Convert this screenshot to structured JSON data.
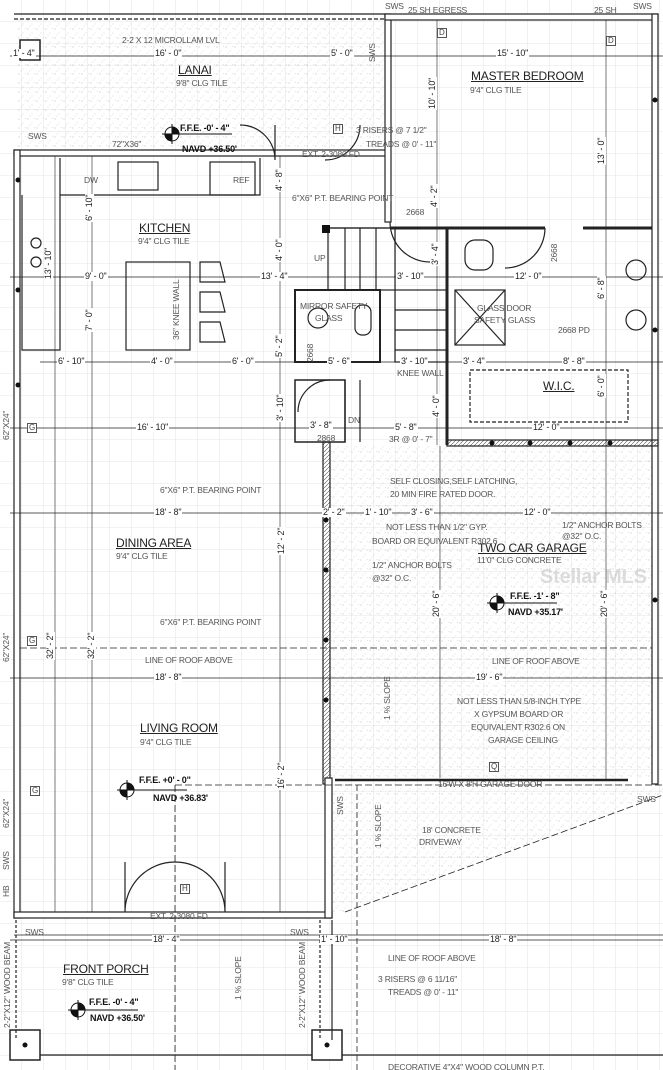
{
  "top": {
    "sws_1": "SWS",
    "egress": "25 SH EGRESS",
    "sh": "25 SH",
    "sws_2": "SWS",
    "sws_3": "SWS",
    "d1": "D",
    "d2": "D"
  },
  "rooms": {
    "lanai": {
      "name": "LANAI",
      "ceiling": "9'8\" CLG  TILE",
      "ffe": "F.F.E. -0' - 4\"",
      "navd": "NAVD +36.50'"
    },
    "master_bedroom": {
      "name": "MASTER BEDROOM",
      "ceiling": "9'4\" CLG  TILE"
    },
    "kitchen": {
      "name": "KITCHEN",
      "ceiling": "9'4\" CLG  TILE"
    },
    "wic": {
      "name": "W.I.C."
    },
    "dining": {
      "name": "DINING AREA",
      "ceiling": "9'4\" CLG  TILE"
    },
    "garage": {
      "name": "TWO CAR GARAGE",
      "ceiling": "11'0\" CLG  CONCRETE",
      "ffe": "F.F.E. -1' - 8\"",
      "navd": "NAVD +35.17'"
    },
    "living": {
      "name": "LIVING ROOM",
      "ceiling": "9'4\" CLG  TILE",
      "ffe": "F.F.E. +0' - 0\"",
      "navd": "NAVD +36.83'"
    },
    "porch": {
      "name": "FRONT PORCH",
      "ceiling": "9'8\" CLG  TILE",
      "ffe": "F.F.E. -0' - 4\"",
      "navd": "NAVD +36.50'"
    }
  },
  "notes": {
    "lvl": "2-2 X 12 MICROLLAM LVL",
    "risers_top_1": "3 RISERS @ 7 1/2\"",
    "risers_top_2": "TREADS @ 0' - 11\"",
    "sws_lanai": "SWS",
    "window_72": "72\"X36\"",
    "ext_door_top": "EXT. 2-3080 FD",
    "dw": "DW",
    "ref": "REF",
    "bearing_1": "6\"X6\" P.T. BEARING POINT",
    "door_2668_a": "2668",
    "up": "UP",
    "knee_wall_36": "36\" KNEE WALL",
    "mirror_1": "MIRROR SAFETY",
    "mirror_2": "GLASS",
    "glass_door_1": "GLASS DOOR",
    "glass_door_2": "SAFETY GLASS",
    "pd_2668": "2668 PD",
    "door_2668_b": "2668",
    "door_2668_c": "2668",
    "knee_wall": "KNEE WALL",
    "dn": "DN",
    "door_2868": "2868",
    "three_r": "3R @ 0' - 7\"",
    "window_62_a": "62\"X24\"",
    "g_a": "G",
    "bearing_2": "6\"X6\" P.T. BEARING POINT",
    "self_closing_1": "SELF CLOSING,SELF LATCHING,",
    "self_closing_2": "20 MIN FIRE RATED DOOR.",
    "gyp_1": "NOT LESS THAN 1/2\" GYP.",
    "gyp_2": "BOARD OR EQUIVALENT R302.6",
    "anchor_a1": "1/2\" ANCHOR BOLTS",
    "anchor_a2": "@32\" O.C.",
    "anchor_b1": "1/2\" ANCHOR BOLTS",
    "anchor_b2": "@32\" O.C.",
    "bearing_3": "6\"X6\" P.T. BEARING POINT",
    "window_62_b": "62\"X24\"",
    "g_b": "G",
    "roof_a": "LINE OF ROOF ABOVE",
    "roof_b": "LINE OF ROOF ABOVE",
    "slope_garage": "1 % SLOPE",
    "type_x_1": "NOT LESS THAN 5/8-INCH TYPE",
    "type_x_2": "X GYPSUM BOARD OR",
    "type_x_3": "EQUIVALENT R302.6 ON",
    "type_x_4": "GARAGE CEILING",
    "q": "Q",
    "garage_door": "16'W X 8'H GARAGE DOOR",
    "window_62_c": "62\"X24\"",
    "g_c": "G",
    "sws_a": "SWS",
    "sws_b": "SWS",
    "sws_c": "SWS",
    "hb": "HB",
    "slope_drive": "1 % SLOPE",
    "driveway_1": "18' CONCRETE",
    "driveway_2": "DRIVEWAY",
    "h_a": "H",
    "h_b": "H",
    "ext_door_bottom": "EXT. 2-3080 FD",
    "sws_d": "SWS",
    "sws_e": "SWS",
    "roof_c": "LINE OF ROOF ABOVE",
    "risers_bot_1": "3 RISERS @ 6 11/16\"",
    "risers_bot_2": "TREADS @ 0' - 11\"",
    "slope_porch": "1 % SLOPE",
    "beam_a": "2-2\"X12\" WOOD BEAM",
    "beam_b": "2-2\"X12\" WOOD BEAM",
    "column": "DECORATIVE 4\"X4\" WOOD COLUMN P.T.",
    "sws_top_v": "SWS",
    "watermark": "Stellar MLS"
  },
  "dims": {
    "top_1": "1' - 4\"",
    "top_2": "16' - 0\"",
    "top_3": "5' - 0\"",
    "top_4": "15' - 10\"",
    "mb_v1": "10' - 10\"",
    "mb_v2": "13' - 0\"",
    "k_v1": "4' - 8\"",
    "mb_v3": "4' - 2\"",
    "k_v2": "6' - 10\"",
    "k_v3": "13' - 10\"",
    "k_v4": "4' - 0\"",
    "b_v1": "3' - 4\"",
    "mb_v4": "6' - 8\"",
    "r1_1": "9' - 0\"",
    "r1_2": "13' - 4\"",
    "r1_3": "3' - 10\"",
    "r1_4": "12' - 0\"",
    "k_v5": "7' - 0\"",
    "k_v6": "5' - 2\"",
    "r2_1": "6' - 10\"",
    "r2_2": "4' - 0\"",
    "r2_3": "6' - 0\"",
    "r2_4": "5' - 6\"",
    "r2_5": "3' - 10\"",
    "r2_6": "3' - 4\"",
    "r2_7": "8' - 8\"",
    "w_v1": "6' - 0\"",
    "r3_v": "3' - 10\"",
    "r3_1": "16' - 10\"",
    "r3_2": "3' - 8\"",
    "r3_3": "5' - 8\"",
    "r3_v2": "4' - 0\"",
    "r3_4": "12' - 0\"",
    "r4_1": "18' - 8\"",
    "r4_2": "2' - 2\"",
    "r4_3": "1' - 10\"",
    "r4_4": "3' - 6\"",
    "r4_5": "12' - 0\"",
    "d_v1": "12' - 2\"",
    "g_v1": "20' - 6\"",
    "g_v2": "20' - 6\"",
    "o_v1": "32' - 2\"",
    "o_v2": "32' - 2\"",
    "r5_1": "18' - 8\"",
    "r5_2": "19' - 6\"",
    "l_v1": "16' - 2\"",
    "r6_1": "18' - 4\"",
    "r6_2": "1' - 10\"",
    "r6_3": "18' - 8\""
  },
  "colors": {
    "line": "#222222",
    "grid": "#d9d9d9",
    "speckle": "#9a9a9a"
  }
}
